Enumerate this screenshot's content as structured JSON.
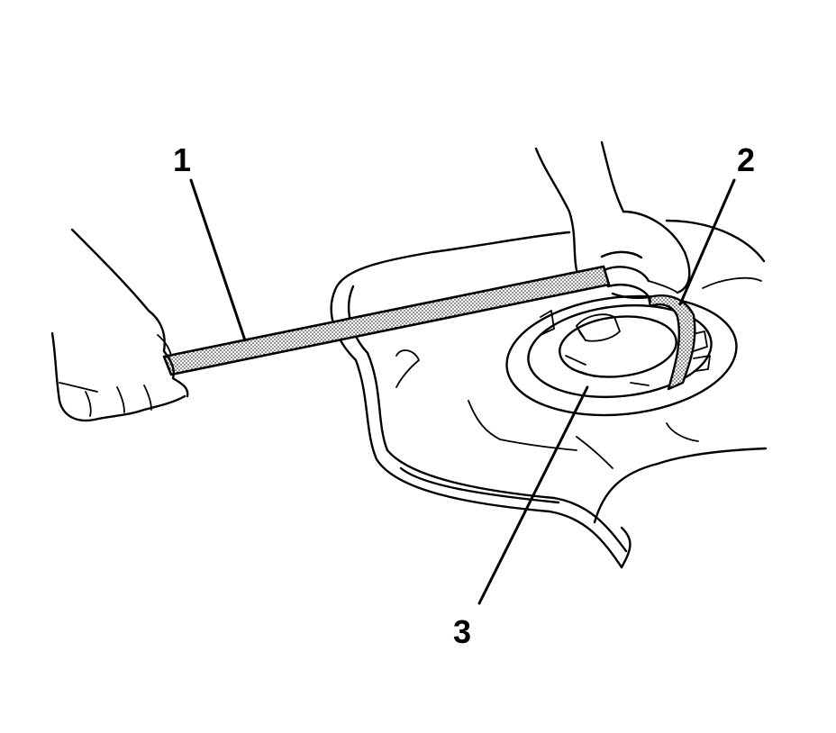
{
  "callouts": [
    {
      "id": "1",
      "label": "1"
    },
    {
      "id": "2",
      "label": "2"
    },
    {
      "id": "3",
      "label": "3"
    }
  ],
  "colors": {
    "line": "#000000",
    "background": "#ffffff",
    "stipple": "#000000"
  }
}
